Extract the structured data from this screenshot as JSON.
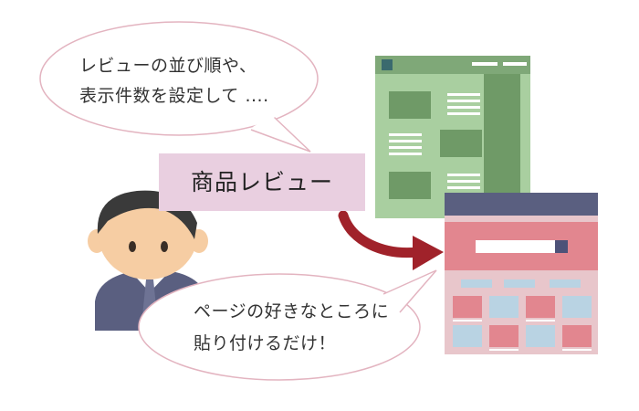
{
  "bubble_top": {
    "line1": "レビューの並び順や、",
    "line2": "表示件数を設定して ...."
  },
  "label": "商品レビュー",
  "bubble_bottom": {
    "line1": "ページの好きなところに",
    "line2": "貼り付けるだけ！"
  },
  "colors": {
    "green_page": "#a9cfa0",
    "green_dark": "#6f9a67",
    "red_page": "#e5c3c8",
    "red_header": "#5a5f80",
    "red_banner": "#e2868f",
    "arrow": "#a0222a",
    "label_bg": "#e9cfe0"
  }
}
